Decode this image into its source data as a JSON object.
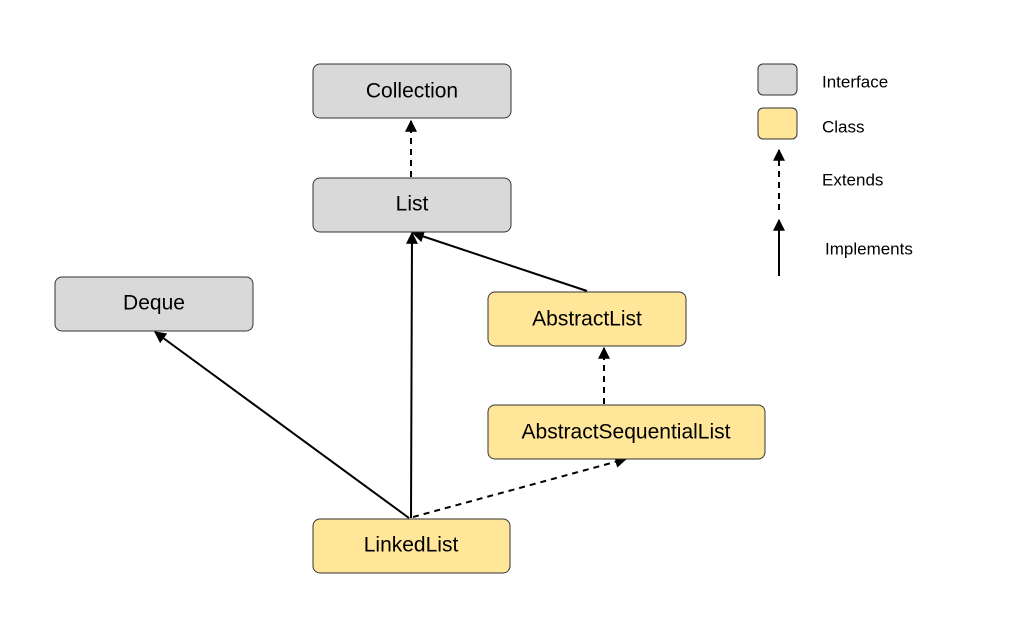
{
  "colors": {
    "interface_fill": "#d9d9d9",
    "class_fill": "#ffe699",
    "border": "#333333",
    "line": "#000000"
  },
  "nodes": {
    "collection": {
      "label": "Collection",
      "kind": "interface"
    },
    "list": {
      "label": "List",
      "kind": "interface"
    },
    "deque": {
      "label": "Deque",
      "kind": "interface"
    },
    "abstract_list": {
      "label": "AbstractList",
      "kind": "class"
    },
    "abstract_sequential_list": {
      "label": "AbstractSequentialList",
      "kind": "class"
    },
    "linked_list": {
      "label": "LinkedList",
      "kind": "class"
    }
  },
  "edges": [
    {
      "from": "list",
      "to": "collection",
      "style": "dashed"
    },
    {
      "from": "abstract_list",
      "to": "list",
      "style": "solid"
    },
    {
      "from": "abstract_sequential_list",
      "to": "abstract_list",
      "style": "dashed"
    },
    {
      "from": "linked_list",
      "to": "list",
      "style": "solid"
    },
    {
      "from": "linked_list",
      "to": "deque",
      "style": "solid"
    },
    {
      "from": "linked_list",
      "to": "abstract_sequential_list",
      "style": "dashed"
    }
  ],
  "legend": {
    "interface": "Interface",
    "class": "Class",
    "extends": "Extends",
    "implements": "Implements"
  }
}
